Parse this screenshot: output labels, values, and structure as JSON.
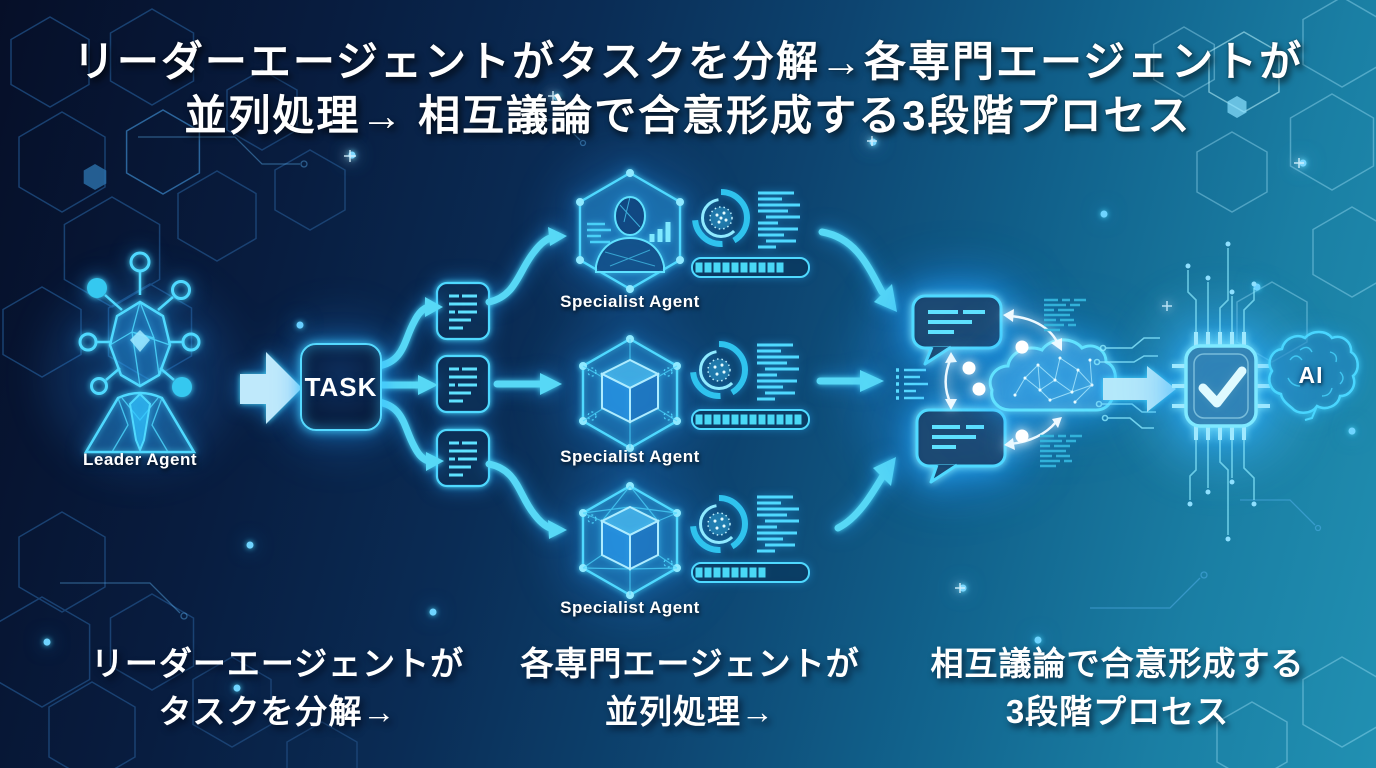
{
  "title": {
    "line1": "リーダーエージェントがタスクを分解→各専門エージェントが",
    "line2": "並列処理→ 相互議論で合意形成する3段階プロセス"
  },
  "diagram": {
    "leader": {
      "label": "Leader Agent"
    },
    "task": {
      "label": "TASK"
    },
    "specialists": [
      {
        "label": "Specialist Agent"
      },
      {
        "label": "Specialist Agent"
      },
      {
        "label": "Specialist Agent"
      }
    ],
    "ai_chip": {
      "brain_label": "AI"
    }
  },
  "captions": {
    "step1": {
      "line1": "リーダーエージェントが",
      "line2": "タスクを分解→"
    },
    "step2": {
      "line1": "各専門エージェントが",
      "line2": "並列処理→"
    },
    "step3": {
      "line1": "相互議論で合意形成する",
      "line2": "3段階プロセス"
    }
  },
  "icons": {
    "leader-agent-icon": "polygonal human head with network nodes",
    "task-chip-icon": "glowing rounded square labeled TASK",
    "task-card-icon": "document card with text lines",
    "specialist-analyst-icon": "person with bar chart inside hexagon",
    "specialist-cube-icon": "3d cube inside hexagonal network",
    "progress-ring-icon": "circular gauge with dotted core",
    "progress-bar-icon": "segmented loading bar",
    "chat-bubble-icon": "speech bubble with text lines",
    "cloud-network-icon": "wireframe cloud with nodes",
    "checkmark-chip-icon": "microchip with check mark",
    "ai-brain-icon": "brain outline labeled AI",
    "arrow-icon": "solid cyan flow arrow"
  },
  "colors": {
    "background_left": "#060F28",
    "background_right": "#2190B2",
    "accent_cyan": "#4FD9FF",
    "glow_blue": "#1E9BFF",
    "text_white": "#FFFFFF"
  }
}
